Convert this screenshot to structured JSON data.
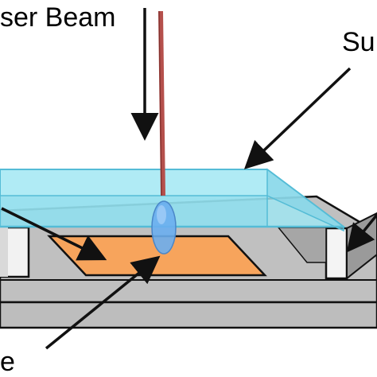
{
  "labels": {
    "laser_beam": "ser Beam",
    "substrate": "Su",
    "bottom_left": "e"
  },
  "colors": {
    "laser": "#b5504c",
    "glass_top": "#9fe6f3",
    "glass_front": "#89d8ea",
    "glass_edge": "#54bcd6",
    "base_gray": "#c0c0c0",
    "base_dark": "#8f8f8f",
    "spacer_white": "#f2f2f2",
    "film_orange": "#f7a45c",
    "droplet_blue": "#6aaef0",
    "stroke": "#111111"
  }
}
